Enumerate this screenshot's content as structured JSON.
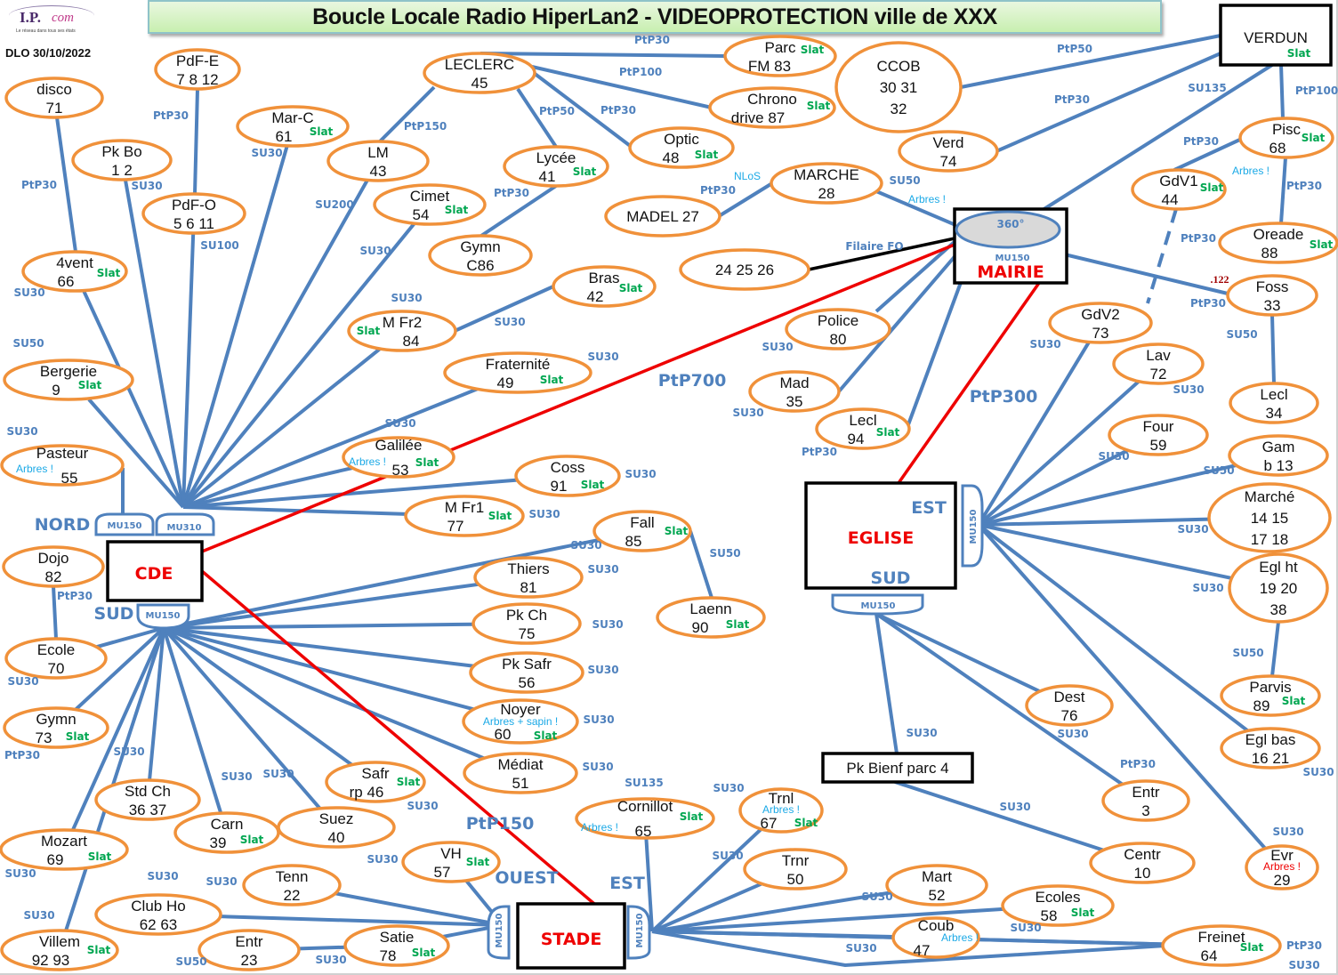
{
  "header": {
    "title": "Boucle Locale Radio HiperLan2 - VIDEOPROTECTION ville de XXX",
    "logo_text": "I.P.",
    "logo_suffix": "com",
    "logo_tagline": "Le réseau dans tous ses états",
    "doc_ref": "DLO 30/10/2022"
  },
  "colors": {
    "ellipse_stroke": "#f0913a",
    "link": "#4f81bd",
    "backbone": "#ee0000",
    "fiber": "#000000",
    "slat": "#00a650",
    "warning": "#1ba9e6"
  },
  "sites": [
    {
      "id": "CDE",
      "name": "CDE",
      "sectors": [
        "NORD",
        "SUD"
      ],
      "radios": [
        "MU150",
        "MU310",
        "MU150"
      ]
    },
    {
      "id": "MAIRIE",
      "name": "MAIRIE",
      "radios": [
        "MU150"
      ],
      "antenna": "360°"
    },
    {
      "id": "EGLISE",
      "name": "EGLISE",
      "sectors": [
        "EST",
        "SUD"
      ],
      "radios": [
        "MU150",
        "MU150"
      ]
    },
    {
      "id": "STADE",
      "name": "STADE",
      "sectors": [
        "OUEST",
        "EST"
      ],
      "radios": [
        "MU150",
        "MU150"
      ]
    },
    {
      "id": "VERDUN",
      "name": "VERDUN",
      "tag": "Slat"
    },
    {
      "id": "PKBIENF",
      "name": "Pk Bienf parc 4"
    }
  ],
  "nodes": [
    {
      "id": "disco",
      "name": "disco",
      "num": "71"
    },
    {
      "id": "pdfe",
      "name": "PdF-E",
      "num": "7 8 12"
    },
    {
      "id": "pkbo",
      "name": "Pk Bo",
      "num": "1   2"
    },
    {
      "id": "pdfo",
      "name": "PdF-O",
      "num": "5 6 11"
    },
    {
      "id": "marc",
      "name": "Mar-C",
      "num": "61",
      "tag": "Slat"
    },
    {
      "id": "leclerc",
      "name": "LECLERC",
      "num": "45"
    },
    {
      "id": "lm",
      "name": "LM",
      "num": "43"
    },
    {
      "id": "cimet",
      "name": "Cimet",
      "num": "54",
      "tag": "Slat"
    },
    {
      "id": "lycee",
      "name": "Lycée",
      "num": "41",
      "tag": "Slat"
    },
    {
      "id": "gymnc",
      "name": "Gymn",
      "num": "C86"
    },
    {
      "id": "parcfm",
      "name": "Parc",
      "num": "FM 83",
      "tag": "Slat"
    },
    {
      "id": "chrono",
      "name": "Chrono",
      "num": "drive 87",
      "tag": "Slat"
    },
    {
      "id": "optic",
      "name": "Optic",
      "num": "48",
      "tag": "Slat"
    },
    {
      "id": "ccob",
      "name": "CCOB",
      "num": "30 31",
      "num2": "32"
    },
    {
      "id": "verd",
      "name": "Verd",
      "num": "74"
    },
    {
      "id": "madel",
      "name": "MADEL 27",
      "num": ""
    },
    {
      "id": "marche28",
      "name": "MARCHE",
      "num": "28"
    },
    {
      "id": "n242526",
      "name": "24 25 26",
      "num": ""
    },
    {
      "id": "vent4",
      "name": "4vent",
      "num": "66",
      "tag": "Slat"
    },
    {
      "id": "bras",
      "name": "Bras",
      "num": "42",
      "tag": "Slat"
    },
    {
      "id": "mfr2",
      "name": "M Fr2",
      "num": "84",
      "tag": "Slat"
    },
    {
      "id": "bergerie",
      "name": "Bergerie",
      "num": "9",
      "tag": "Slat"
    },
    {
      "id": "frat",
      "name": "Fraternité",
      "num": "49",
      "tag": "Slat"
    },
    {
      "id": "pasteur",
      "name": "Pasteur",
      "num": "55",
      "warn": "Arbres !"
    },
    {
      "id": "galilee",
      "name": "Galilée",
      "num": "53",
      "tag": "Slat",
      "warn": "Arbres !"
    },
    {
      "id": "coss",
      "name": "Coss",
      "num": "91",
      "tag": "Slat"
    },
    {
      "id": "mfr1",
      "name": "M Fr1",
      "num": "77",
      "tag": "Slat"
    },
    {
      "id": "police",
      "name": "Police",
      "num": "80"
    },
    {
      "id": "mad",
      "name": "Mad",
      "num": "35"
    },
    {
      "id": "lecl94",
      "name": "Lecl",
      "num": "94",
      "tag": "Slat"
    },
    {
      "id": "pisc",
      "name": "Pisc",
      "num": "68",
      "tag": "Slat"
    },
    {
      "id": "gdv1",
      "name": "GdV1",
      "num": "44",
      "tag": "Slat"
    },
    {
      "id": "oreade",
      "name": "Oreade",
      "num": "88",
      "tag": "Slat"
    },
    {
      "id": "foss",
      "name": "Foss",
      "num": "33"
    },
    {
      "id": "gdv2",
      "name": "GdV2",
      "num": "73"
    },
    {
      "id": "lav",
      "name": "Lav",
      "num": "72"
    },
    {
      "id": "lecl34",
      "name": "Lecl",
      "num": "34"
    },
    {
      "id": "four",
      "name": "Four",
      "num": "59"
    },
    {
      "id": "gam",
      "name": "Gam",
      "num": "b 13"
    },
    {
      "id": "marche14",
      "name": "Marché",
      "num": "14 15",
      "num2": "17 18"
    },
    {
      "id": "eglht",
      "name": "Egl ht",
      "num": "19 20",
      "num2": "38"
    },
    {
      "id": "parvis",
      "name": "Parvis",
      "num": "89",
      "tag": "Slat"
    },
    {
      "id": "eglbas",
      "name": "Egl bas",
      "num": "16 21"
    },
    {
      "id": "dojo",
      "name": "Dojo",
      "num": "82"
    },
    {
      "id": "ecole",
      "name": "Ecole",
      "num": "70"
    },
    {
      "id": "gymn73",
      "name": "Gymn",
      "num": "73",
      "tag": "Slat"
    },
    {
      "id": "fall",
      "name": "Fall",
      "num": "85",
      "tag": "Slat"
    },
    {
      "id": "thiers",
      "name": "Thiers",
      "num": "81"
    },
    {
      "id": "laenn",
      "name": "Laenn",
      "num": "90",
      "tag": "Slat"
    },
    {
      "id": "pkch",
      "name": "Pk Ch",
      "num": "75"
    },
    {
      "id": "pksafr",
      "name": "Pk Safr",
      "num": "56"
    },
    {
      "id": "noyer",
      "name": "Noyer",
      "num": "60",
      "tag": "Slat",
      "warn": "Arbres + sapin !"
    },
    {
      "id": "mediat",
      "name": "Médiat",
      "num": "51"
    },
    {
      "id": "dest",
      "name": "Dest",
      "num": "76"
    },
    {
      "id": "stdch",
      "name": "Std Ch",
      "num": "36 37"
    },
    {
      "id": "safrrp",
      "name": "Safr",
      "num": "rp 46",
      "tag": "Slat"
    },
    {
      "id": "carn",
      "name": "Carn",
      "num": "39",
      "tag": "Slat"
    },
    {
      "id": "suez",
      "name": "Suez",
      "num": "40"
    },
    {
      "id": "mozart",
      "name": "Mozart",
      "num": "69",
      "tag": "Slat"
    },
    {
      "id": "entr3",
      "name": "Entr",
      "num": "3"
    },
    {
      "id": "cornillot",
      "name": "Cornillot",
      "num": "65",
      "tag": "Slat",
      "warn": "Arbres !"
    },
    {
      "id": "trnl",
      "name": "Trnl",
      "num": "67",
      "tag": "Slat",
      "warn": "Arbres !"
    },
    {
      "id": "vh",
      "name": "VH",
      "num": "57",
      "tag": "Slat"
    },
    {
      "id": "tenn",
      "name": "Tenn",
      "num": "22"
    },
    {
      "id": "trnr",
      "name": "Trnr",
      "num": "50"
    },
    {
      "id": "centr",
      "name": "Centr",
      "num": "10"
    },
    {
      "id": "evr",
      "name": "Evr",
      "num": "29",
      "warn": "Arbres !"
    },
    {
      "id": "clubho",
      "name": "Club Ho",
      "num": "62 63"
    },
    {
      "id": "mart",
      "name": "Mart",
      "num": "52"
    },
    {
      "id": "ecoles",
      "name": "Ecoles",
      "num": "58",
      "tag": "Slat"
    },
    {
      "id": "villem",
      "name": "Villem",
      "num": "92 93",
      "tag": "Slat"
    },
    {
      "id": "entr23",
      "name": "Entr",
      "num": "23"
    },
    {
      "id": "satie",
      "name": "Satie",
      "num": "78",
      "tag": "Slat"
    },
    {
      "id": "coub",
      "name": "Coub",
      "num": "47",
      "warn": "Arbres !"
    },
    {
      "id": "freinet",
      "name": "Freinet",
      "num": "64",
      "tag": "Slat"
    }
  ],
  "backbone_links": [
    {
      "from": "CDE",
      "to": "MAIRIE",
      "label": "PtP700"
    },
    {
      "from": "MAIRIE",
      "to": "EGLISE",
      "label": "PtP300"
    },
    {
      "from": "CDE",
      "to": "STADE",
      "label": "PtP150"
    }
  ],
  "fiber_links": [
    {
      "from": "n242526",
      "to": "MAIRIE",
      "label": "Filaire FO"
    }
  ],
  "link_labels": [
    "PtP30",
    "PtP30",
    "SU30",
    "SU30",
    "SU100",
    "SU30",
    "SU200",
    "SU30",
    "PtP150",
    "PtP50",
    "PtP30",
    "PtP30",
    "PtP100",
    "PtP30",
    "PtP50",
    "PtP30",
    "SU135",
    "PtP100",
    "PtP30",
    "PtP30",
    "PtP30",
    "PtP30",
    "SU50",
    "PtP30",
    "SU30",
    "SU30",
    "PtP30",
    "SU30",
    "SU50",
    "SU30",
    "SU30",
    "SU30",
    "SU30",
    "SU30",
    "SU30",
    "SU30",
    "SU30",
    "SU30",
    "SU50",
    "SU30",
    "SU30",
    "SU30",
    "SU30",
    "SU50",
    "SU50",
    "PtP30",
    "SU30",
    "PtP30",
    "SU50",
    "SU30",
    "SU30",
    "SU30",
    "SU30",
    "SU30",
    "SU30",
    "SU30",
    "SU30",
    "SU30",
    "SU30",
    "SU30",
    "SU30",
    "SU30",
    "PtP30",
    "SU30",
    "SU30",
    "SU30",
    "SU30",
    "SU30",
    "SU50",
    "SU30",
    "SU135",
    "SU30",
    "SU30",
    "SU30",
    "SU30",
    "SU30",
    "PtP30",
    "SU30"
  ],
  "annotations": {
    "nlos": "NLoS",
    "arbres_marche": "Arbres !",
    "arbres_gdv": "Arbres !",
    "foss_ip": ".122"
  }
}
